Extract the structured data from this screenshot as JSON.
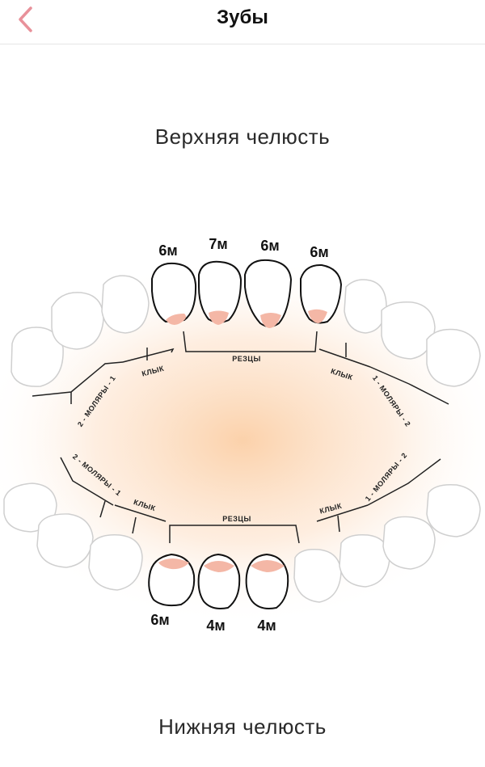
{
  "header": {
    "title": "Зубы",
    "back_icon": "chevron-left-icon",
    "accent": "#e8919a"
  },
  "upper_jaw": {
    "title": "Верхняя челюсть",
    "ages": [
      "6м",
      "7м",
      "6м",
      "6м"
    ],
    "labels": {
      "incisors": "РЕЗЦЫ",
      "canine_left": "КЛЫК",
      "canine_right": "КЛЫК",
      "molars_left": "2 - МОЛЯРЫ - 1",
      "molars_right": "1 - МОЛЯРЫ - 2"
    }
  },
  "lower_jaw": {
    "title": "Нижняя челюсть",
    "ages": [
      "6м",
      "4м",
      "4м"
    ],
    "labels": {
      "incisors": "РЕЗЦЫ",
      "canine_left": "КЛЫК",
      "canine_right": "КЛЫК",
      "molars_left": "2 - МОЛЯРЫ - 1",
      "molars_right": "1 - МОЛЯРЫ - 2"
    }
  },
  "colors": {
    "gum": "#f4b7a6",
    "glow": "#fbcfa6",
    "outline": "#111111",
    "faded_outline": "#c8c8c8"
  }
}
